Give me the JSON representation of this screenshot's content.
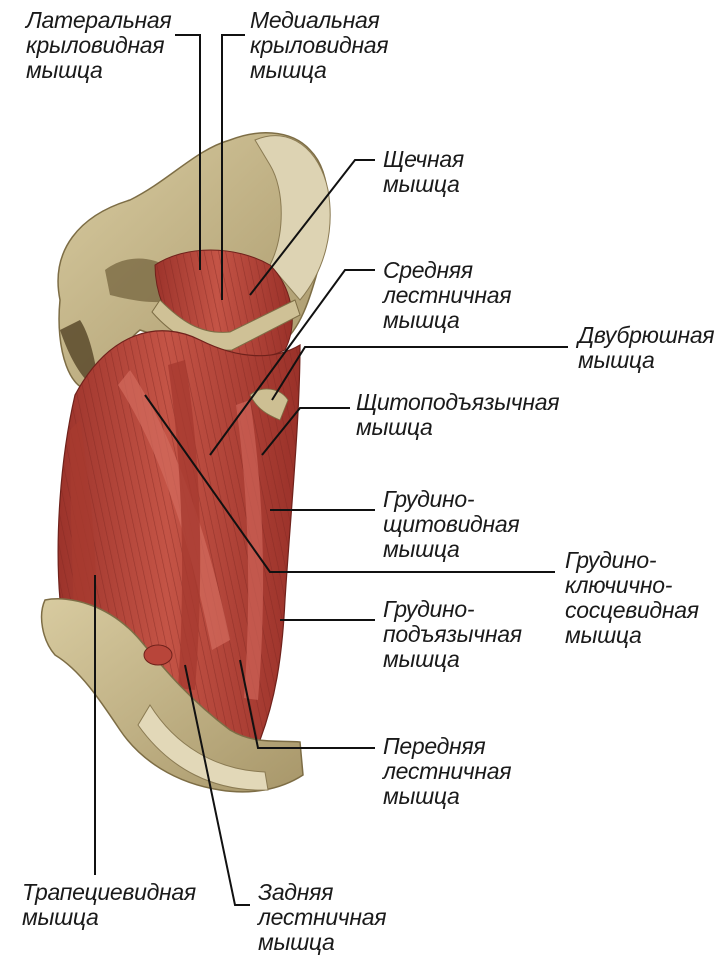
{
  "labels": {
    "lateral_pterygoid": [
      "Латеральная",
      "крыловидная",
      "мышца"
    ],
    "medial_pterygoid": [
      "Медиальная",
      "крыловидная",
      "мышца"
    ],
    "buccinator": [
      "Щечная",
      "мышца"
    ],
    "middle_scalene": [
      "Средняя",
      "лестничная",
      "мышца"
    ],
    "digastric": [
      "Двубрюшная",
      "мышца"
    ],
    "thyrohyoid": [
      "Щитоподъязычная",
      "мышца"
    ],
    "sternothyroid": [
      "Грудино-",
      "щитовидная",
      "мышца"
    ],
    "sternocleidomastoid": [
      "Грудино-",
      "ключично-",
      "сосцевидная",
      "мышца"
    ],
    "sternohyoid": [
      "Грудино-",
      "подъязычная",
      "мышца"
    ],
    "anterior_scalene": [
      "Передняя",
      "лестничная",
      "мышца"
    ],
    "trapezius": [
      "Трапециевидная",
      "мышца"
    ],
    "posterior_scalene": [
      "Задняя",
      "лестничная",
      "мышца"
    ]
  },
  "colors": {
    "bone": "#c9bb8c",
    "bone_shadow": "#8f7f55",
    "muscle": "#b8453a",
    "muscle_dark": "#7e2620",
    "muscle_light": "#d9776b",
    "leader": "#111111"
  }
}
